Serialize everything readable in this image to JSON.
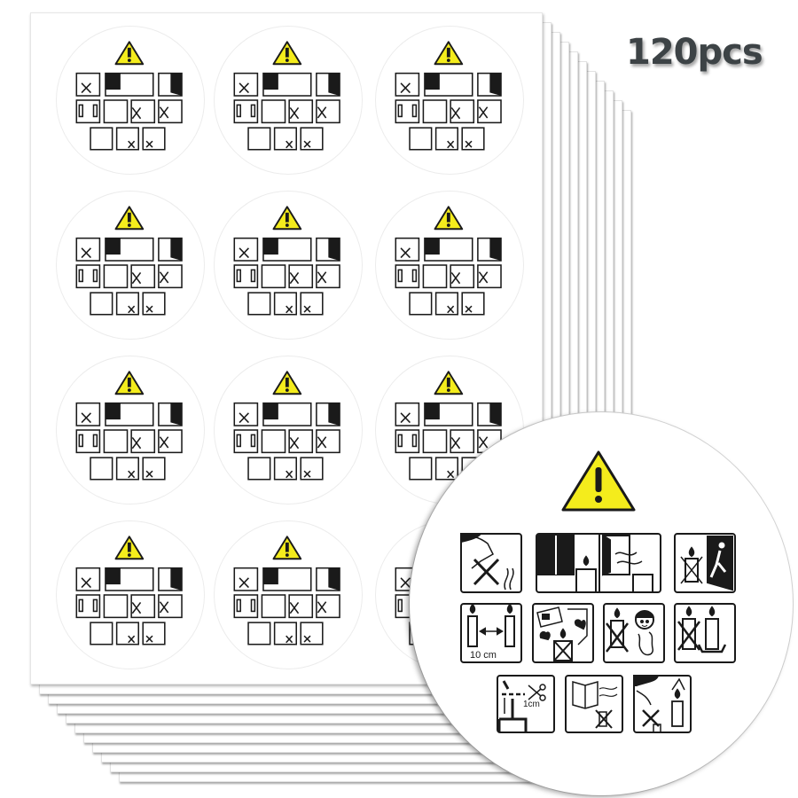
{
  "badge": {
    "quantity_label": "120pcs"
  },
  "colors": {
    "warning_yellow": "#f4ec1c",
    "icon_black": "#1a1a1a",
    "badge_text": "#3d4346",
    "background": "#ffffff"
  },
  "sheet": {
    "stacked_sheet_count": 10,
    "grid": {
      "columns": 3,
      "rows": 4
    },
    "stickers_per_sheet": 12
  },
  "sticker": {
    "header_icon": "warning-triangle-icon",
    "pictograms": [
      {
        "row": 1,
        "icon": "do-not-blow-out-icon"
      },
      {
        "row": 1,
        "icon": "avoid-drafts-window-icon"
      },
      {
        "row": 1,
        "icon": "never-leave-unattended-icon"
      },
      {
        "row": 2,
        "icon": "keep-10cm-apart-icon",
        "label": "10 cm"
      },
      {
        "row": 2,
        "icon": "keep-away-flammables-icon"
      },
      {
        "row": 2,
        "icon": "keep-away-children-pets-icon"
      },
      {
        "row": 2,
        "icon": "use-holder-icon"
      },
      {
        "row": 3,
        "icon": "trim-wick-icon",
        "label": "1cm"
      },
      {
        "row": 3,
        "icon": "read-instructions-icon"
      },
      {
        "row": 3,
        "icon": "do-not-sniff-icon"
      }
    ]
  }
}
